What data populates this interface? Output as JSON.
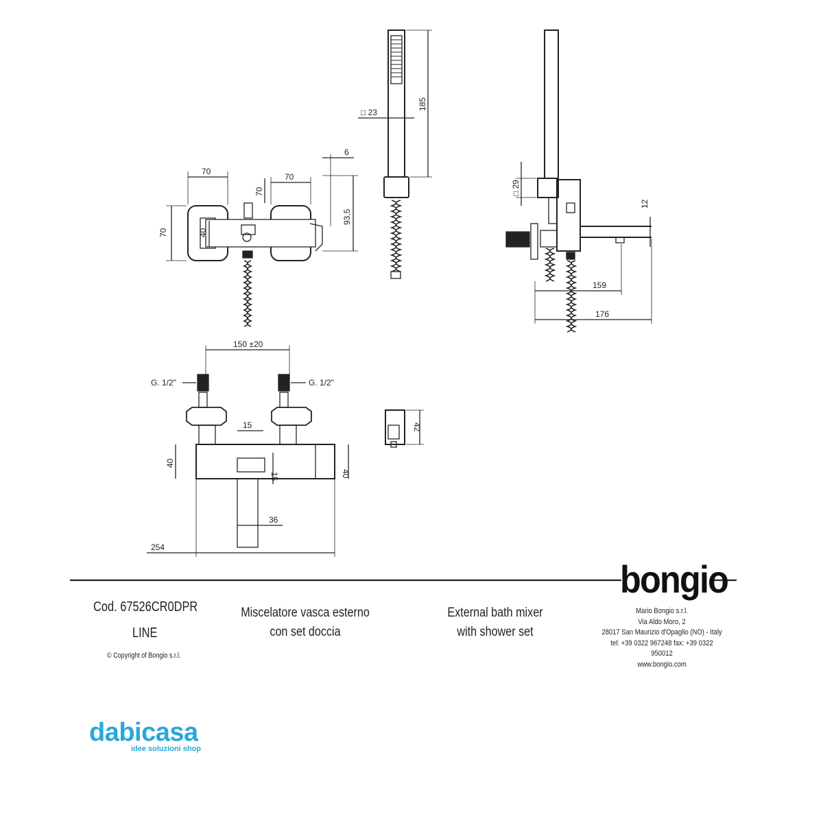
{
  "dimensions": {
    "front_width_left": "70",
    "front_height_left": "70",
    "front_inner_40": "40",
    "front_width_right": "70",
    "front_height_right": "70",
    "front_depth_6": "6",
    "front_height_935": "93,5",
    "handshower_square": "□ 23",
    "handshower_length": "185",
    "holder_square": "□ 29",
    "spout_12": "12",
    "spout_159": "159",
    "spout_176": "176",
    "inlet_spacing": "150 ±20",
    "inlet_thread_left": "G. 1/2\"",
    "inlet_thread_right": "G. 1/2\"",
    "top_15_h": "15",
    "top_15_v": "15",
    "top_40_left": "40",
    "top_40_right": "40",
    "top_36": "36",
    "top_254": "254",
    "wall_holder_42": "42"
  },
  "title_block": {
    "code": "Cod. 67526CR0DPR",
    "series": "LINE",
    "copyright": "© Copyright of Bongio s.r.l.",
    "description_it_1": "Miscelatore vasca esterno",
    "description_it_2": "con set doccia",
    "description_en_1": "External bath mixer",
    "description_en_2": "with shower set"
  },
  "manufacturer": {
    "brand": "bongio",
    "company": "Mario Bongio s.r.l.",
    "street": "Via Aldo Moro, 2",
    "city": "28017 San Maurizio d'Opaglio (NO) - Italy",
    "phones": "tel: +39 0322 967248    fax: +39 0322 950012",
    "website": "www.bongio.com"
  },
  "shop": {
    "name": "dabicasa",
    "tagline": "idee soluzioni shop"
  },
  "colors": {
    "line": "#222222",
    "shop_brand": "#29a7d8"
  }
}
